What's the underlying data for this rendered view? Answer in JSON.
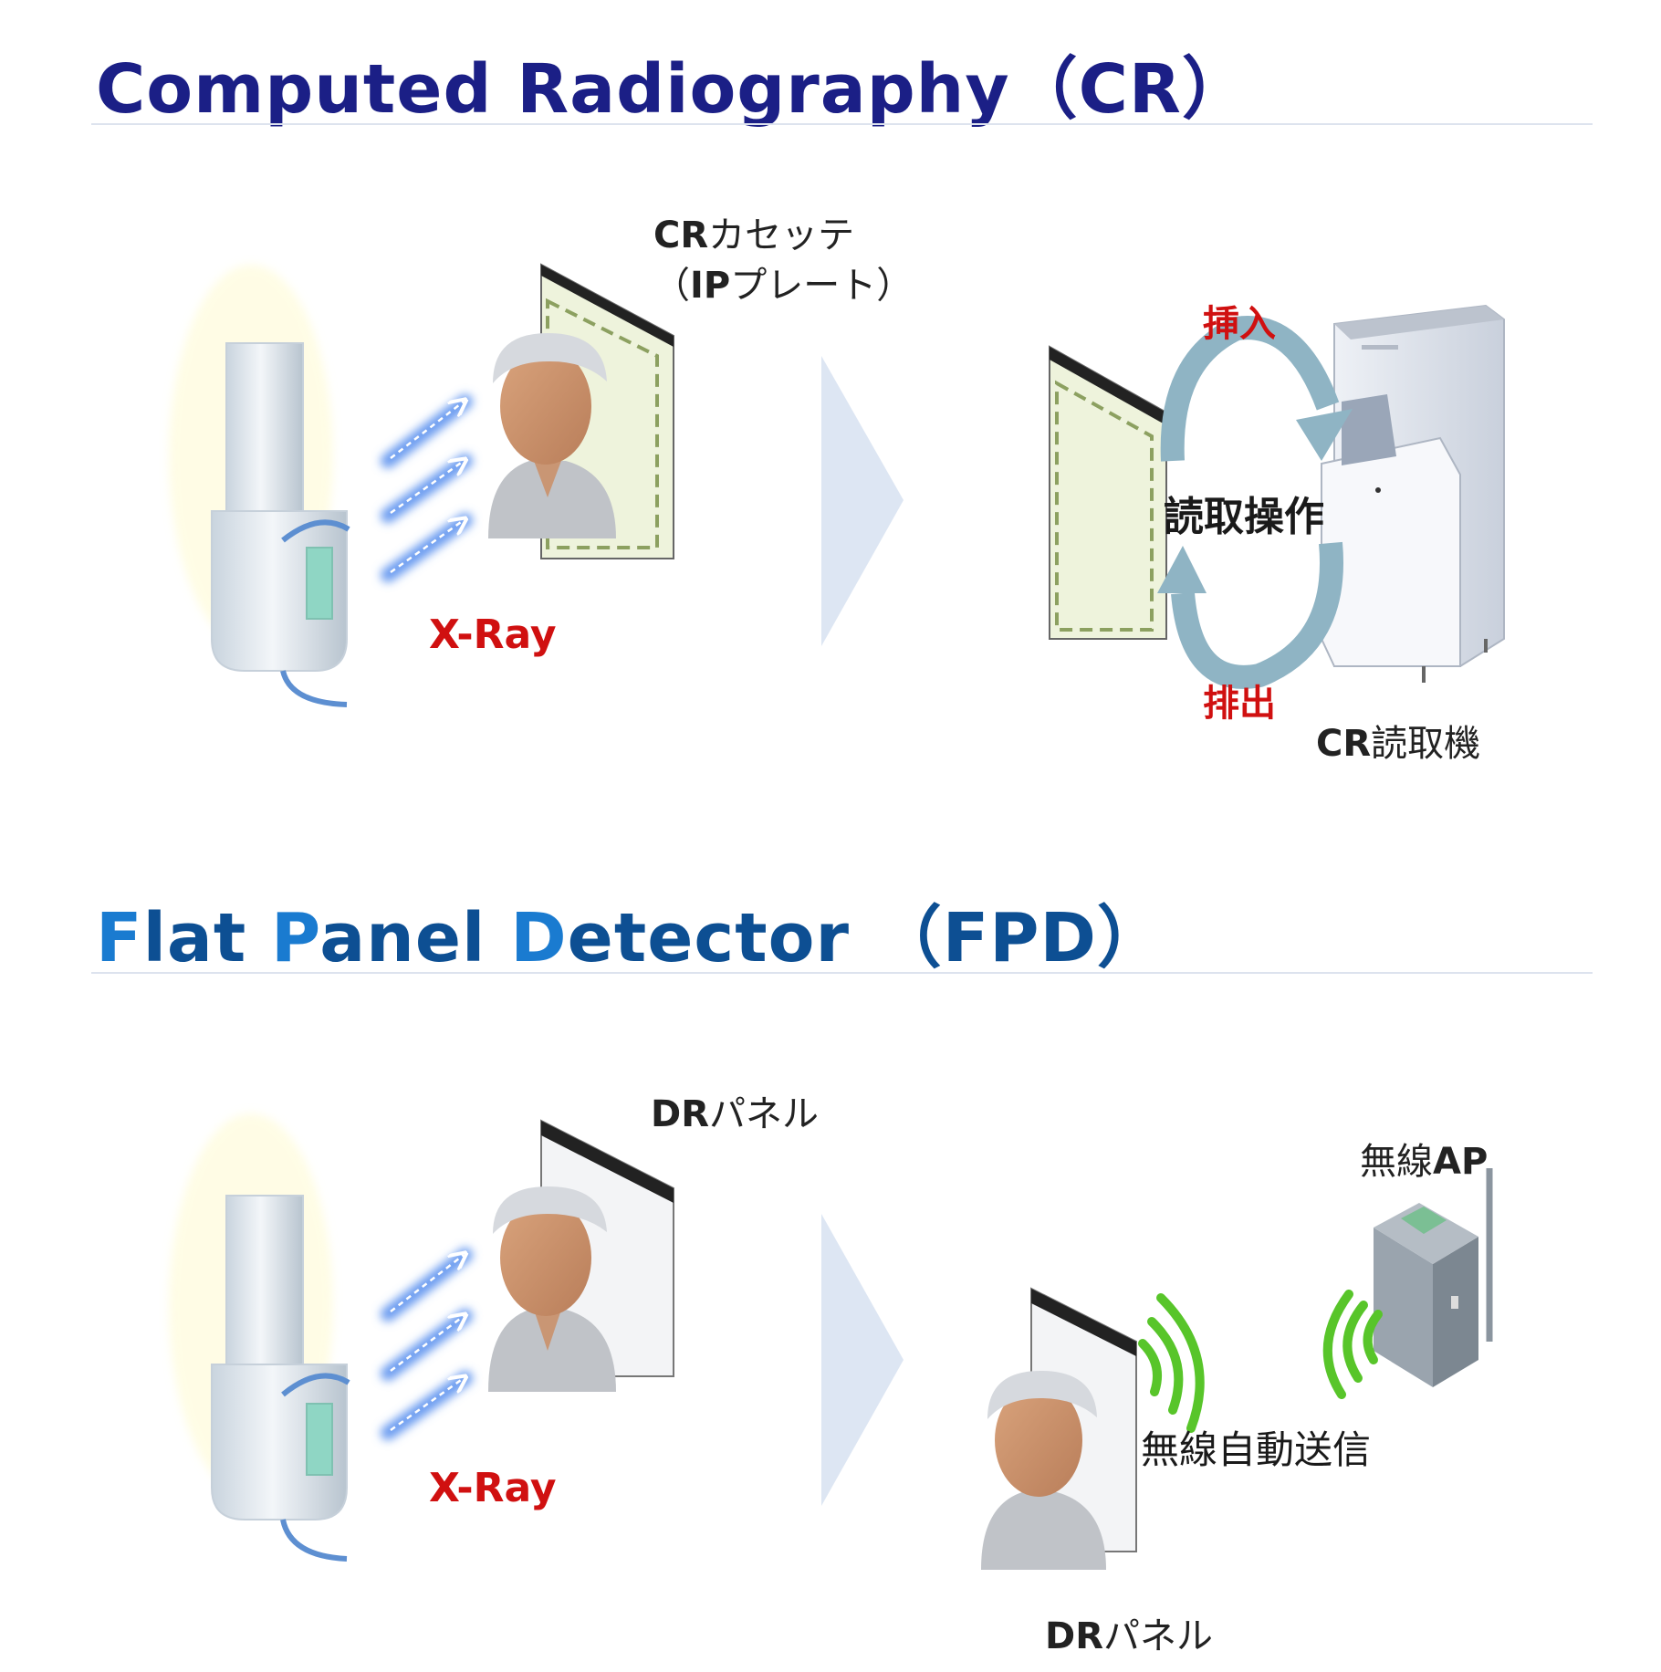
{
  "cr": {
    "title": "Computed Radiography（CR）",
    "cassette_label_bold": "CR",
    "cassette_label_rest": "カセッテ",
    "plate_label_open": "（",
    "plate_label_bold": "IP",
    "plate_label_rest": "プレート）",
    "xray_label": "X-Ray",
    "insert_label": "挿入",
    "read_label": "読取操作",
    "eject_label": "排出",
    "reader_label_bold": "CR",
    "reader_label_rest": "読取機"
  },
  "fpd": {
    "title_part1_initial": "F",
    "title_part1_rest": "lat ",
    "title_part2_initial": "P",
    "title_part2_rest": "anel ",
    "title_part3_initial": "D",
    "title_part3_rest": "etector （FPD）",
    "panel_label_bold": "DR",
    "panel_label_rest": "パネル",
    "xray_label": "X-Ray",
    "ap_label_rest": "無線",
    "ap_label_bold": "AP",
    "transmit_label": "無線自動送信",
    "bottom_label_bold": "DR",
    "bottom_label_rest": "パネル"
  },
  "colors": {
    "cr_title": "#1b1f86",
    "fpd_title": "#0d4f93",
    "red": "#d01010",
    "cycle_arrow": "#8fb4c4",
    "wireless_green": "#58c52a",
    "step_arrow": "#dde6f3"
  }
}
